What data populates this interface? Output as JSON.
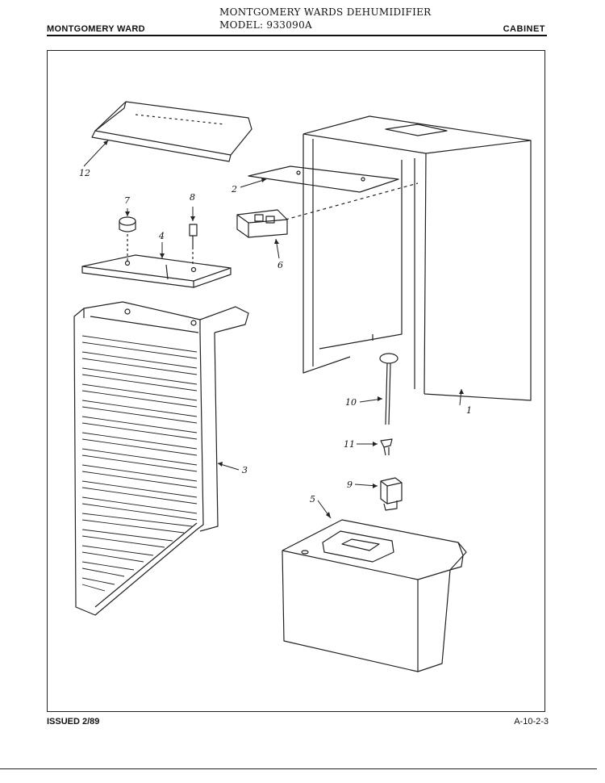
{
  "header": {
    "brand": "MONTGOMERY WARD",
    "title_line1": "MONTGOMERY WARDS DEHUMIDIFIER",
    "title_line2": "MODEL: 933090A",
    "section": "CABINET"
  },
  "footer": {
    "issued": "ISSUED 2/89",
    "page_code": "A-10-2-3"
  },
  "callouts": {
    "n1": "1",
    "n2": "2",
    "n3": "3",
    "n4": "4",
    "n5": "5",
    "n6": "6",
    "n7": "7",
    "n8": "8",
    "n9": "9",
    "n10": "10",
    "n11": "11",
    "n12": "12"
  }
}
